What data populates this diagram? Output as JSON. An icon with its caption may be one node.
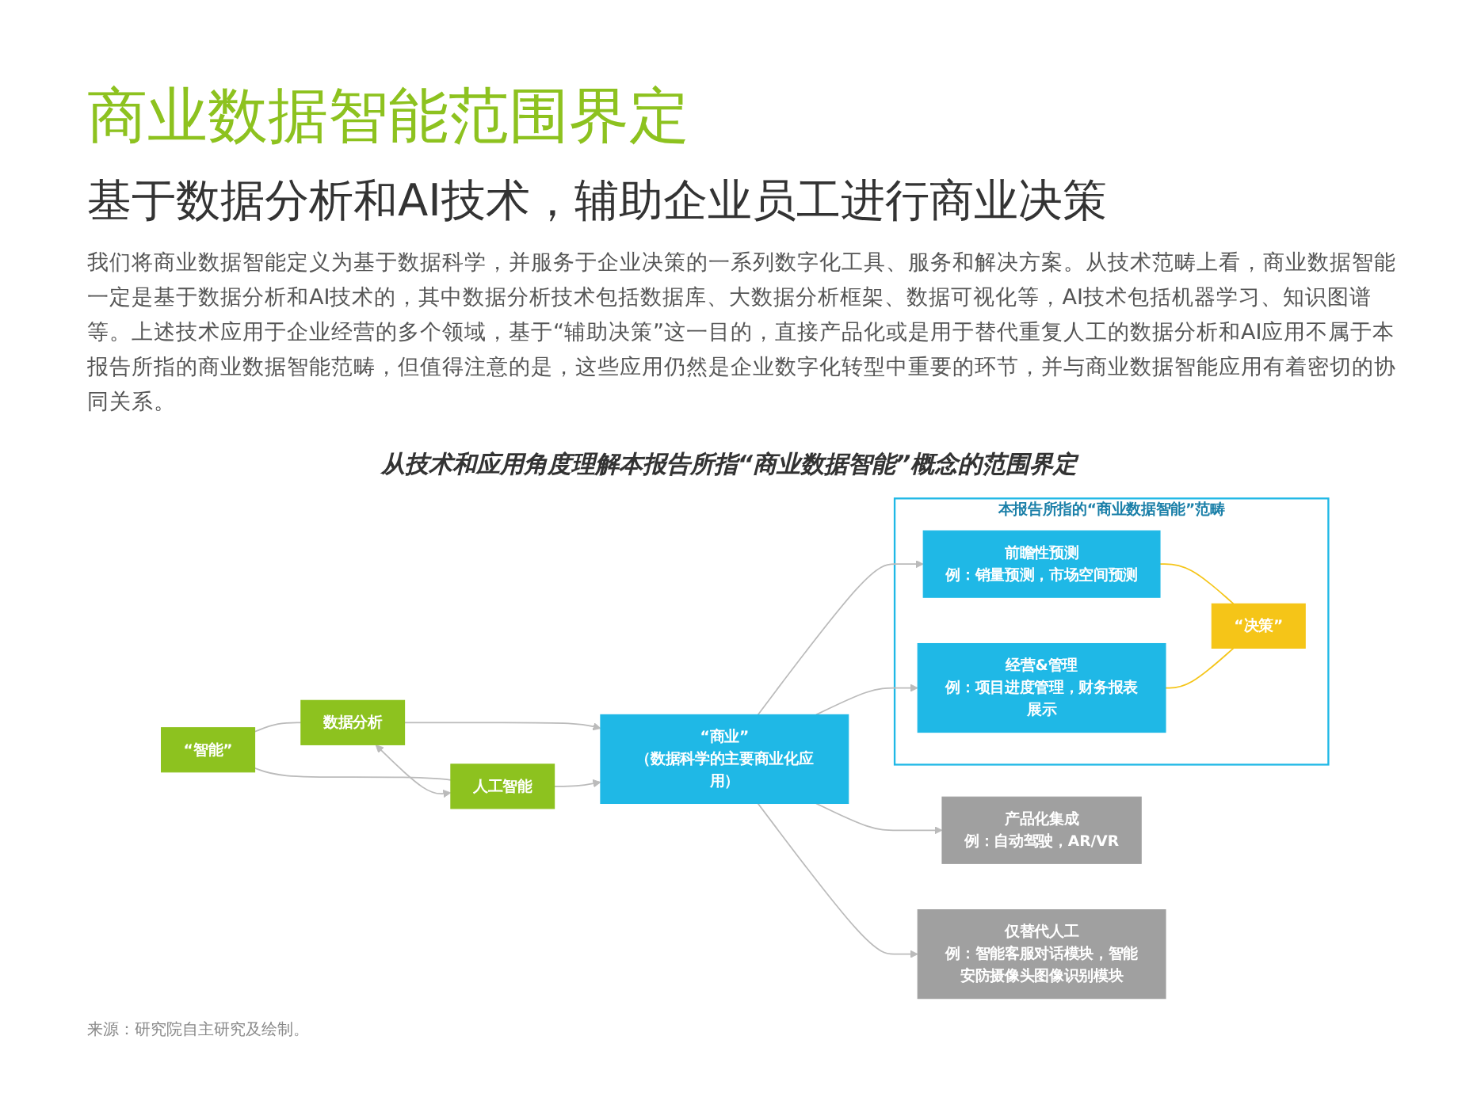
{
  "diagram": {
    "title": "商业数据智能范围界定",
    "nodes": [
      {
        "text": [
          "“智能”"
        ]
      },
      {
        "text": [
          "数据分析"
        ]
      },
      {
        "text": [
          "人工智能"
        ]
      },
      {
        "text": [
          "“商业”",
          "（数据科学的主要商业化应用）"
        ]
      },
      {
        "text": [
          "本报告所指的“商业数据智能”范畴"
        ]
      },
      {
        "text": [
          "前瞻性预测",
          "例：销量预测，市场空间预测"
        ],
        "in": 4
      },
      {
        "text": [
          "经营&管理",
          "例：项目进度管理，财务报表展示"
        ],
        "in": 4
      },
      {
        "text": [
          "“决策”"
        ],
        "in": 4
      },
      {
        "text": [
          "产品化集成",
          "例：自动驾驶，AR/VR"
        ]
      },
      {
        "text": [
          "仅替代人工",
          "例：智能客服对话模块，智能安防摄像头图像识别模块"
        ]
      }
    ],
    "edges": [
      {
        "from": 0,
        "to": 1,
        "arrow": "none"
      },
      {
        "from": 0,
        "to": 2,
        "arrow": "none"
      },
      {
        "from": 1,
        "to": 2,
        "arrow": "both"
      },
      {
        "from": 1,
        "to": 3,
        "arrow": "to"
      },
      {
        "from": 2,
        "to": 3,
        "arrow": "to"
      },
      {
        "from": 3,
        "to": 5,
        "arrow": "to"
      },
      {
        "from": 3,
        "to": 6,
        "arrow": "to"
      },
      {
        "from": 3,
        "to": 8,
        "arrow": "to"
      },
      {
        "from": 3,
        "to": 9,
        "arrow": "to"
      },
      {
        "from": 5,
        "to": 7,
        "arrow": "none",
        "color": "#f5c518"
      },
      {
        "from": 6,
        "to": 7,
        "arrow": "none",
        "color": "#f5c518"
      }
    ],
    "labels": [
      "基于数据分析和AI技术，辅助企业员工进行商业决策",
      "我们将商业数据智能定义为基于数据科学，并服务于企业决策的一系列数字化工具、服务和解决方案。从技术范畴上看，商业数据智能一定是基于数据分析和AI技术的，其中数据分析技术包括数据库、大数据分析框架、数据可视化等，AI技术包括机器学习、知识图谱等。上述技术应用于企业经营的多个领域，基于“辅助决策”这一目的，直接产品化或是用于替代重复人工的数据分析和AI应用不属于本报告所指的商业数据智能范畴，但值得注意的是，这些应用仍然是企业数字化转型中重要的环节，并与商业数据智能应用有着密切的协同关系。",
      "从技术和应用角度理解本报告所指“商业数据智能”概念的范围界定",
      "来源：研究院自主研究及绘制。"
    ]
  }
}
